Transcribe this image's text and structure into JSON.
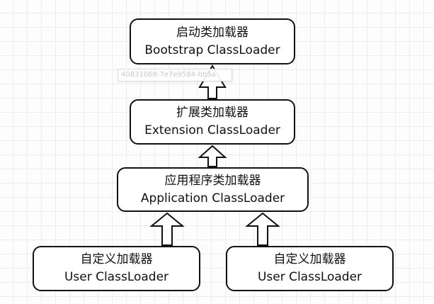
{
  "nodes": {
    "bootstrap": {
      "title": "启动类加载器",
      "subtitle": "Bootstrap ClassLoader"
    },
    "extension": {
      "title": "扩展类加载器",
      "subtitle": "Extension ClassLoader"
    },
    "application": {
      "title": "应用程序类加载器",
      "subtitle": "Application ClassLoader"
    },
    "user1": {
      "title": "自定义加载器",
      "subtitle": "User ClassLoader"
    },
    "user2": {
      "title": "自定义加载器",
      "subtitle": "User ClassLoader"
    }
  },
  "watermark": "40831068-7e7e9584-bb5a"
}
